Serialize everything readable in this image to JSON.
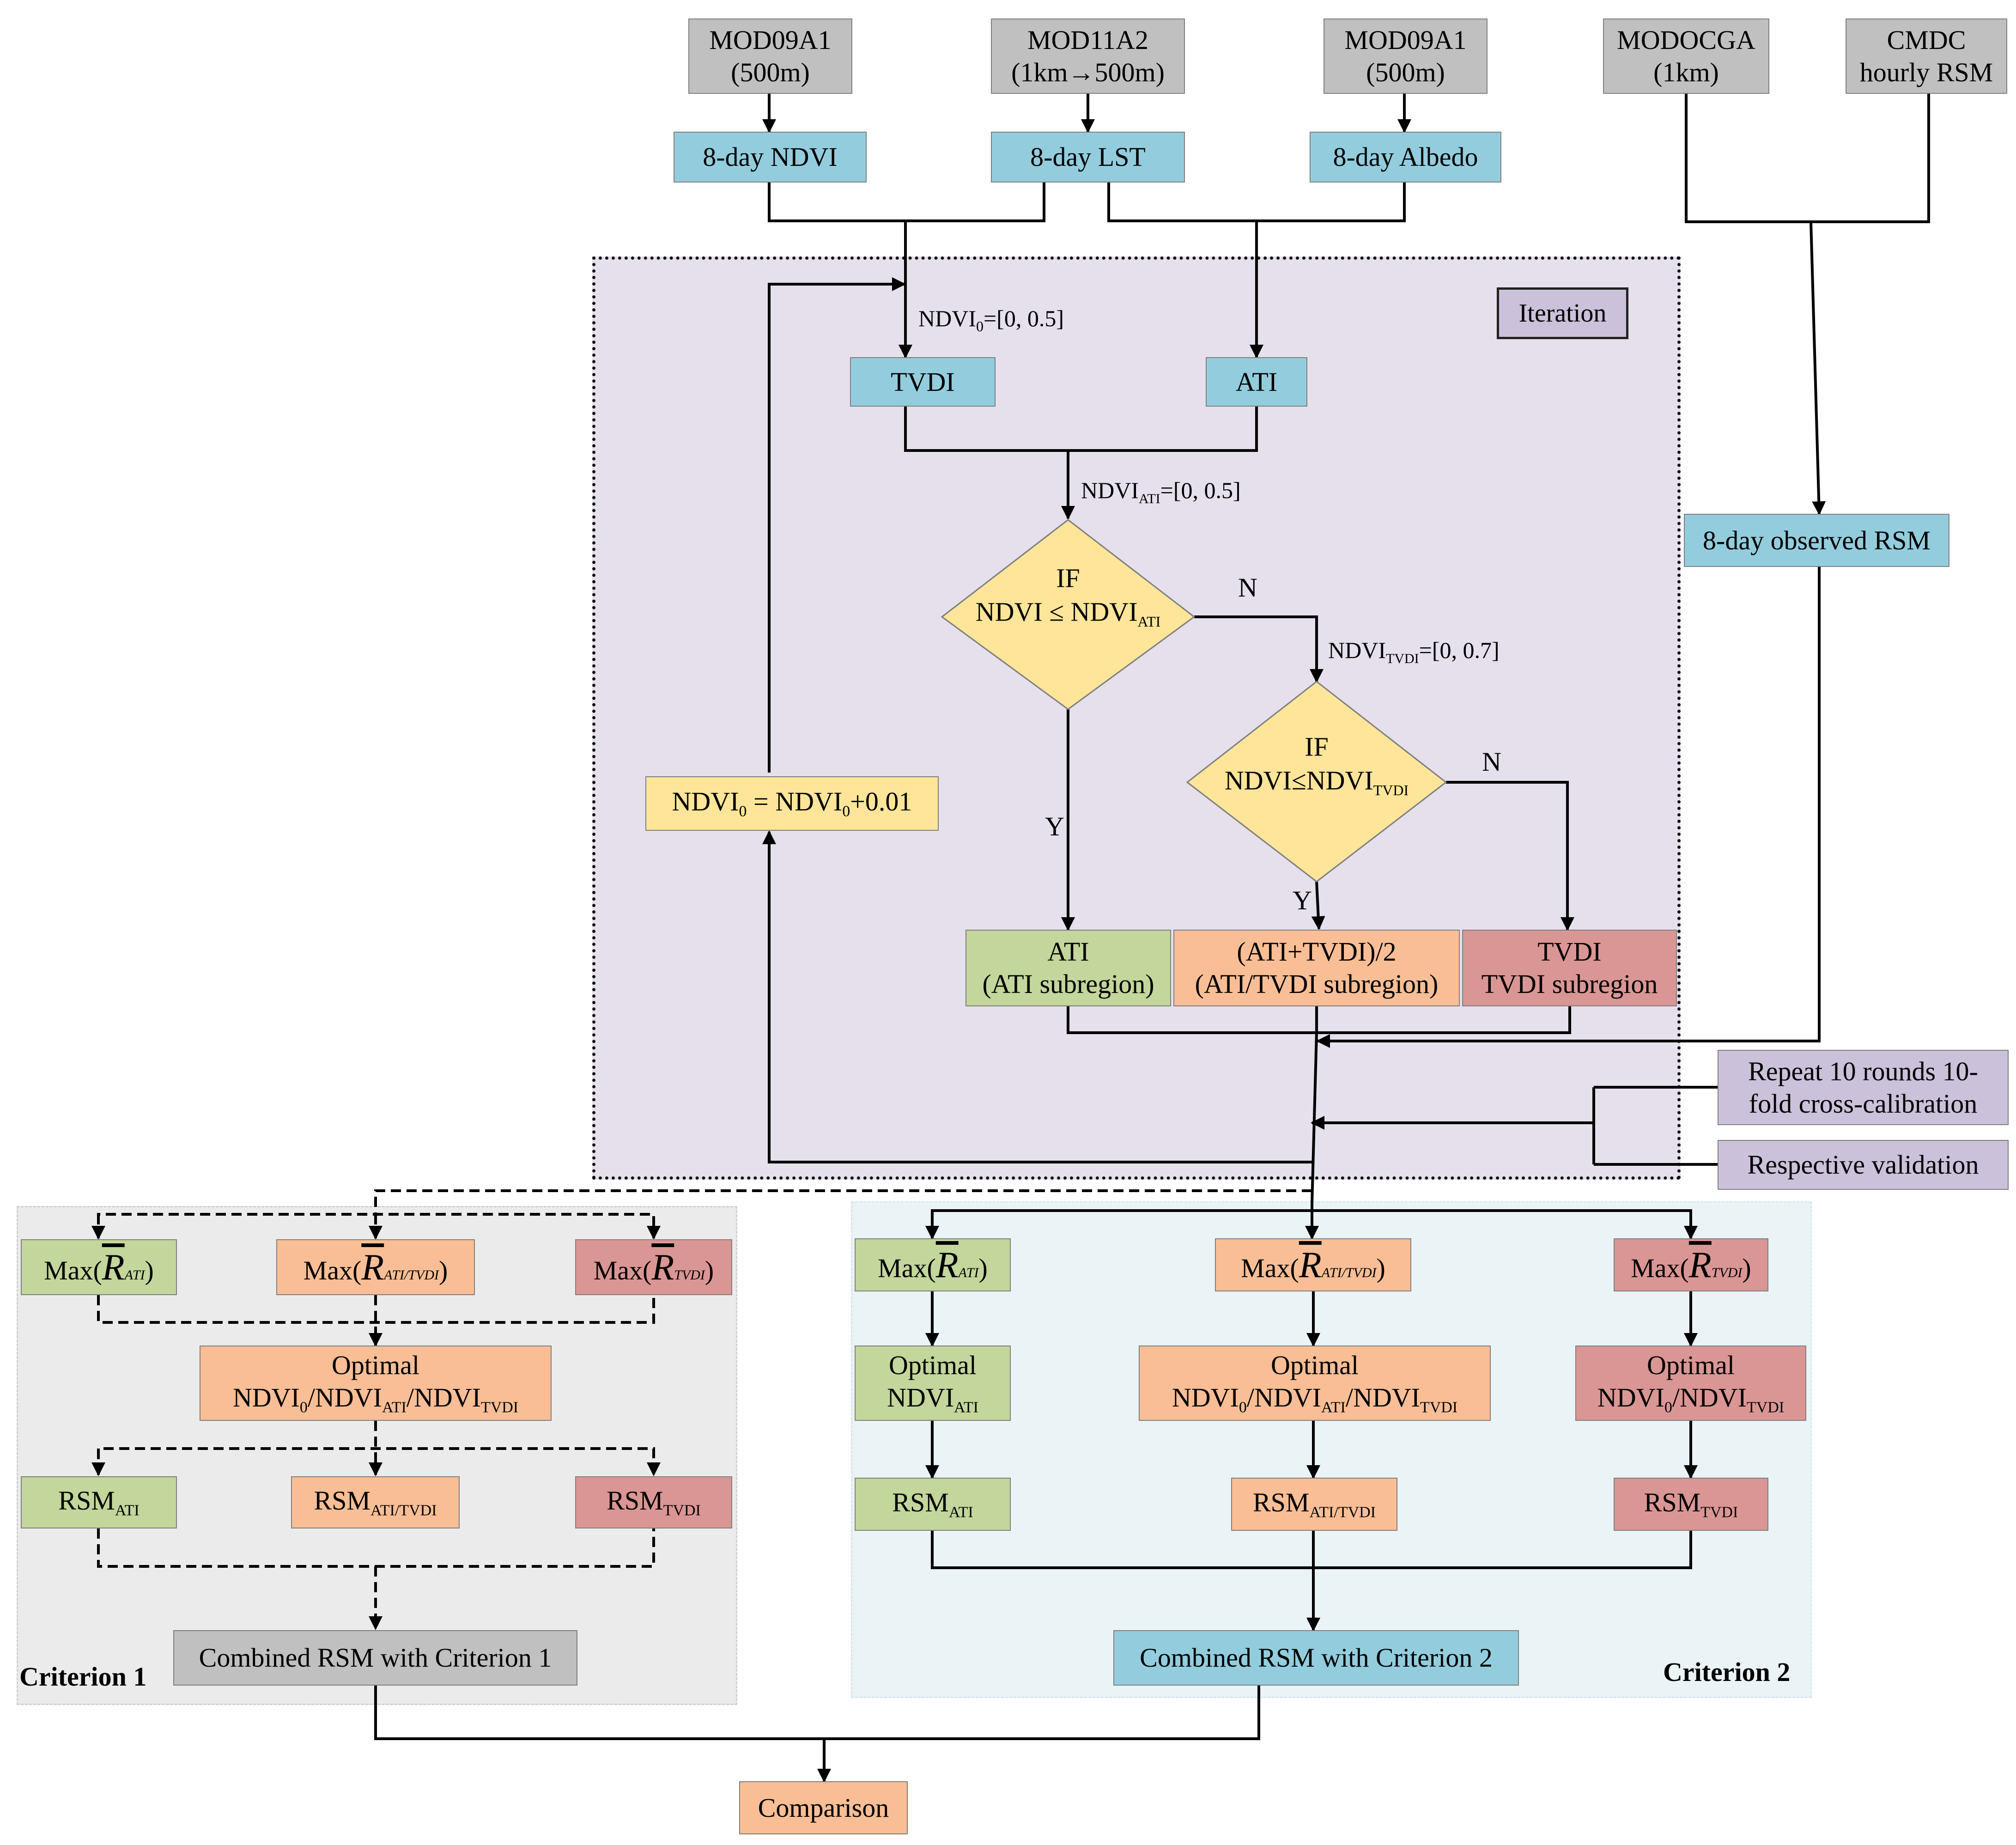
{
  "sources": {
    "mod09a1_ndvi": [
      "MOD09A1",
      "(500m)"
    ],
    "mod11a2": [
      "MOD11A2",
      "(1km→500m)"
    ],
    "mod09a1_albedo": [
      "MOD09A1",
      "(500m)"
    ],
    "modocga": [
      "MODOCGA",
      "(1km)"
    ],
    "cmdc": [
      "CMDC",
      "hourly RSM"
    ]
  },
  "products": {
    "ndvi": "8-day NDVI",
    "lst": "8-day LST",
    "albedo": "8-day Albedo",
    "observed_rsm": "8-day observed RSM"
  },
  "iteration": {
    "label": "Iteration",
    "tvdi": "TVDI",
    "ati": "ATI",
    "ndvi0_range": {
      "base": "NDVI",
      "sub": "0",
      "rest": "=[0, 0.5]"
    },
    "ndviati_range": {
      "base": "NDVI",
      "sub": "ATI",
      "rest": "=[0, 0.5]"
    },
    "ndvitvdi_range": {
      "base": "NDVI",
      "sub": "TVDI",
      "rest": "=[0, 0.7]"
    },
    "decision1": {
      "line1": "IF",
      "line2": "NDVI ≤ NDVI",
      "sub": "ATI"
    },
    "decision2": {
      "line1": "IF",
      "line2": "NDVI≤NDVI",
      "sub": "TVDI"
    },
    "yes": "Y",
    "no": "N",
    "increment": {
      "a": "NDVI",
      "a_sub": "0",
      "b": " = NDVI",
      "b_sub": "0",
      "c": "+0.01"
    },
    "ati_out": [
      "ATI",
      "(ATI subregion)"
    ],
    "mix_out": [
      "(ATI+TVDI)/2",
      "(ATI/TVDI subregion)"
    ],
    "tvdi_out": [
      "TVDI",
      "TVDI subregion"
    ]
  },
  "side": {
    "repeat": [
      "Repeat 10 rounds 10-",
      "fold cross-calibration"
    ],
    "validation": "Respective validation"
  },
  "criteria": {
    "max_label": "Max(",
    "close": ")",
    "r": "R",
    "sub_ati": "ATI",
    "sub_mix": "ATI/TVDI",
    "sub_tvdi": "TVDI",
    "optimal": "Optimal",
    "opt_mix": {
      "a": "NDVI",
      "a_sub": "0",
      "b": "/NDVI",
      "b_sub": "ATI",
      "c": "/NDVI",
      "c_sub": "TVDI"
    },
    "opt_ati": {
      "a": "NDVI",
      "a_sub": "ATI"
    },
    "opt_tvdi": {
      "a": "NDVI",
      "a_sub": "0",
      "b": "/NDVI",
      "b_sub": "TVDI"
    },
    "rsm": "RSM",
    "combined1": "Combined RSM with Criterion 1",
    "combined2": "Combined RSM with Criterion 2",
    "criterion1": "Criterion 1",
    "criterion2": "Criterion 2"
  },
  "comparison": "Comparison"
}
